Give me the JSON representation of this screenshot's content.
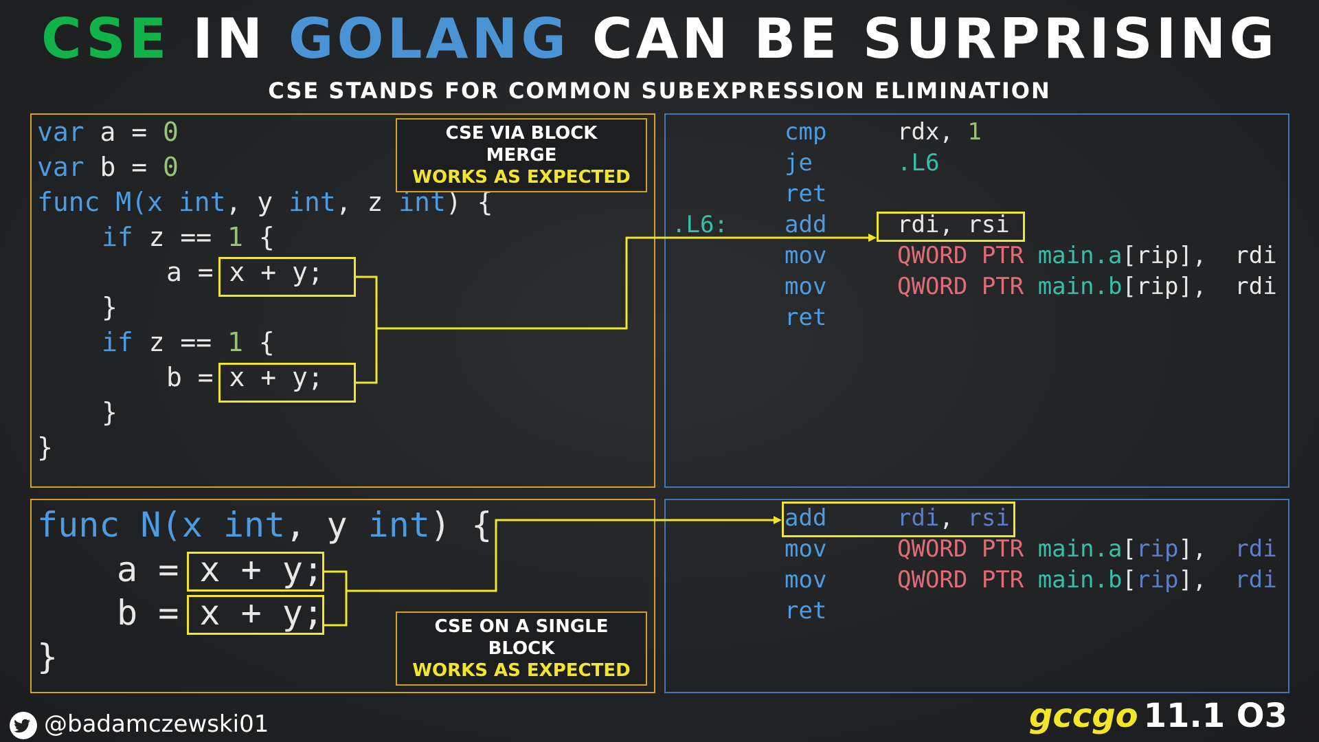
{
  "title": {
    "part1": "CSE",
    "part2": " IN ",
    "part3": "GOLANG",
    "part4": " CAN BE SURPRISING"
  },
  "subtitle": "CSE STANDS FOR COMMON SUBEXPRESSION ELIMINATION",
  "top_code": {
    "l1": {
      "k": "var",
      "t": " a = ",
      "n": "0"
    },
    "l2": {
      "k": "var",
      "t": " b = ",
      "n": "0"
    },
    "l3": {
      "a": "func M(x ",
      "k1": "int",
      "b": ", y ",
      "k2": "int",
      "c": ", z ",
      "k3": "int",
      "d": ") {"
    },
    "l4": {
      "k": "if",
      "t": " z == ",
      "n": "1",
      "e": " {"
    },
    "l5": {
      "t": "a = ",
      "expr": "x + y;"
    },
    "l6": "}",
    "l7": {
      "k": "if",
      "t": " z == ",
      "n": "1",
      "e": " {"
    },
    "l8": {
      "t": "b = ",
      "expr": "x + y;"
    },
    "l9": "}",
    "l10": "}"
  },
  "top_note": {
    "line1": "CSE VIA BLOCK",
    "line2": "MERGE",
    "line3": "WORKS AS EXPECTED"
  },
  "top_asm": {
    "r1": {
      "op": "cmp",
      "args": "rdx, ",
      "n": "1"
    },
    "r2": {
      "op": "je",
      "args": ".L6"
    },
    "r3": {
      "op": "ret"
    },
    "r4": {
      "label": ".L6:",
      "op": "add",
      "args": "rdi, rsi"
    },
    "r5": {
      "op": "mov",
      "ptr": "QWORD PTR ",
      "sym": "main.a",
      "rest": "[rip],  rdi"
    },
    "r6": {
      "op": "mov",
      "ptr": "QWORD PTR ",
      "sym": "main.b",
      "rest": "[rip],  rdi"
    },
    "r7": {
      "op": "ret"
    }
  },
  "bottom_code": {
    "l1": {
      "a": "func N(x ",
      "k1": "int",
      "b": ", y ",
      "k2": "int",
      "c": ") {"
    },
    "l2": {
      "t": "a = ",
      "expr": "x + y;"
    },
    "l3": {
      "t": "b = ",
      "expr": "x + y;"
    },
    "l4": "}"
  },
  "bottom_note": {
    "line1": "CSE ON A SINGLE",
    "line2": "BLOCK",
    "line3": "WORKS AS EXPECTED"
  },
  "bottom_asm": {
    "r1": {
      "op": "add",
      "a1": "rdi",
      "comma": ", ",
      "a2": "rsi"
    },
    "r2": {
      "op": "mov",
      "ptr": "QWORD PTR ",
      "sym": "main.a",
      "br1": "[",
      "rip": "rip",
      "br2": "],  ",
      "reg": "rdi"
    },
    "r3": {
      "op": "mov",
      "ptr": "QWORD PTR ",
      "sym": "main.b",
      "br1": "[",
      "rip": "rip",
      "br2": "],  ",
      "reg": "rdi"
    },
    "r4": {
      "op": "ret"
    }
  },
  "footer": {
    "handle": "@badamczewski01",
    "brand_gcc": "gccgo",
    "brand_ver": "11.1 O3"
  },
  "colors": {
    "accent_green": "#12b24a",
    "accent_blue": "#4a94d6",
    "highlight": "#f2e52a",
    "panel_gold": "#d6a21e",
    "panel_blue": "#3f78b3"
  },
  "icons": {
    "footer": "twitter-bird-icon"
  }
}
